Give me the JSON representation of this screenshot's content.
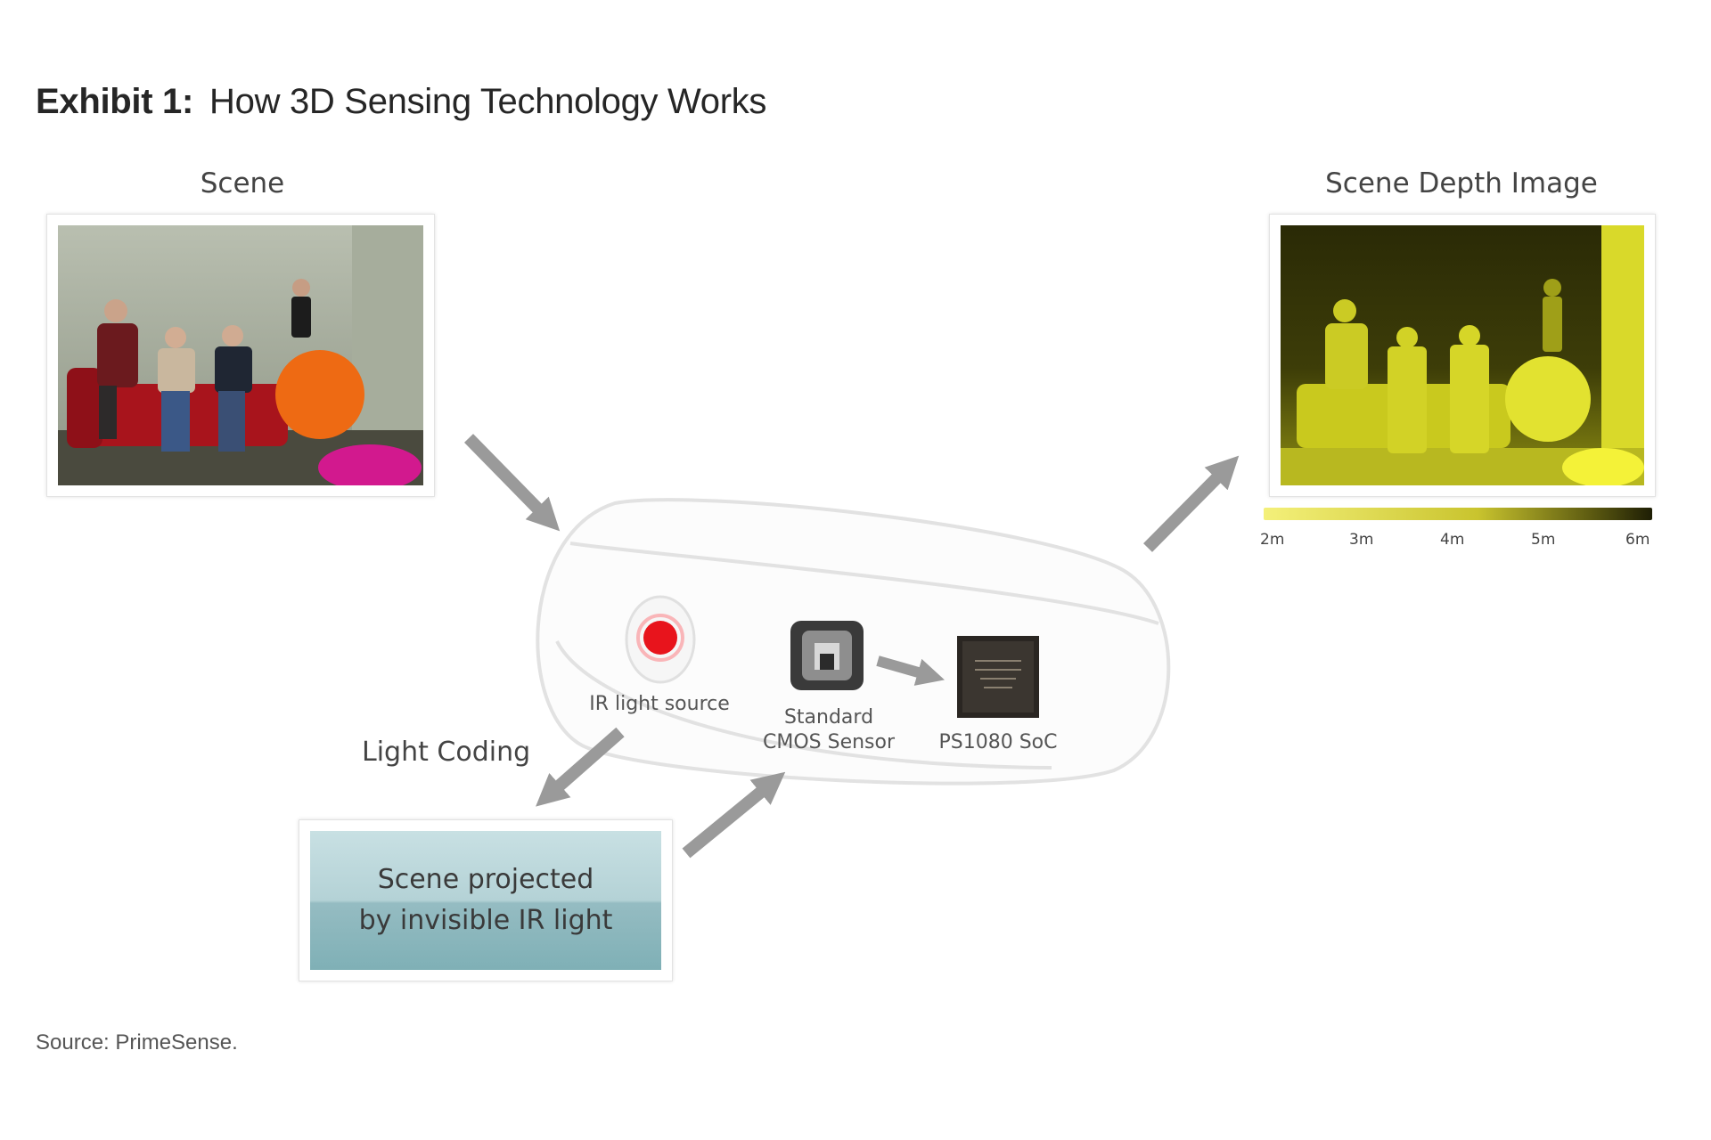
{
  "title": {
    "exhibit": "Exhibit 1:",
    "text": "How 3D Sensing Technology Works"
  },
  "scene": {
    "label": "Scene"
  },
  "depth": {
    "label": "Scene Depth Image",
    "scale_ticks": [
      "2m",
      "3m",
      "4m",
      "5m",
      "6m"
    ],
    "color_near": "#fff36a",
    "color_far": "#1e1e05"
  },
  "device": {
    "ir_label": "IR light source",
    "cmos_label_line1": "Standard",
    "cmos_label_line2": "CMOS Sensor",
    "soc_label": "PS1080 SoC"
  },
  "light_coding": {
    "label": "Light Coding"
  },
  "projected": {
    "line1": "Scene projected",
    "line2": "by invisible IR light"
  },
  "source": "Source: PrimeSense.",
  "colors": {
    "arrow": "#9a9a9a",
    "ir_dot": "#e8141c",
    "depth_yellow": "#e6e600"
  }
}
